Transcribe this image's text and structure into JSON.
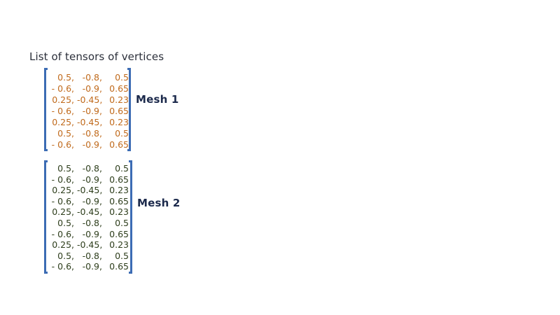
{
  "title": "List of tensors of vertices",
  "colors": {
    "bracket": "#3c6cb4",
    "mesh1_text": "#c06a1c",
    "mesh2_text": "#2e3e1c",
    "label": "#1c2a4c"
  },
  "meshes": [
    {
      "label": "Mesh 1",
      "rows": [
        [
          "0.5,",
          "-0.8,",
          "0.5"
        ],
        [
          "- 0.6,",
          "-0.9,",
          "0.65"
        ],
        [
          "0.25,",
          "-0.45,",
          "0.23"
        ],
        [
          "- 0.6,",
          "-0.9,",
          "0.65"
        ],
        [
          "0.25,",
          "-0.45,",
          "0.23"
        ],
        [
          "0.5,",
          "-0.8,",
          "0.5"
        ],
        [
          "- 0.6,",
          "-0.9,",
          "0.65"
        ]
      ]
    },
    {
      "label": "Mesh 2",
      "rows": [
        [
          "0.5,",
          "-0.8,",
          "0.5"
        ],
        [
          "- 0.6,",
          "-0.9,",
          "0.65"
        ],
        [
          "0.25,",
          "-0.45,",
          "0.23"
        ],
        [
          "- 0.6,",
          "-0.9,",
          "0.65"
        ],
        [
          "0.25,",
          "-0.45,",
          "0.23"
        ],
        [
          "0.5,",
          "-0.8,",
          "0.5"
        ],
        [
          "- 0.6,",
          "-0.9,",
          "0.65"
        ],
        [
          "0.25,",
          "-0.45,",
          "0.23"
        ],
        [
          "0.5,",
          "-0.8,",
          "0.5"
        ],
        [
          "- 0.6,",
          "-0.9,",
          "0.65"
        ]
      ]
    }
  ]
}
